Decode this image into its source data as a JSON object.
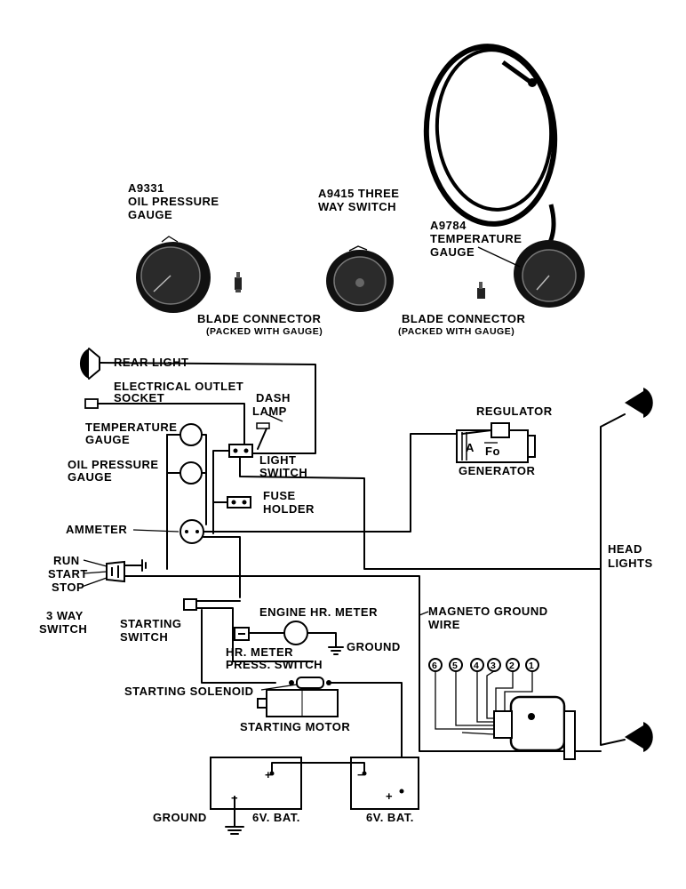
{
  "labels": {
    "oil_gauge_part": "A9331",
    "oil_gauge_name_1": "OIL PRESSURE",
    "oil_gauge_name_2": "GAUGE",
    "switch_part": "A9415 THREE",
    "switch_name_2": "WAY SWITCH",
    "temp_gauge_part": "A9784",
    "temp_gauge_name_1": "TEMPERATURE",
    "temp_gauge_name_2": "GAUGE",
    "blade_connector_1": "BLADE CONNECTOR",
    "blade_connector_1_note": "(PACKED WITH GAUGE)",
    "blade_connector_2": "BLADE CONNECTOR",
    "blade_connector_2_note": "(PACKED WITH GAUGE)",
    "rear_light": "REAR LIGHT",
    "electrical_outlet_1": "ELECTRICAL OUTLET",
    "electrical_outlet_2": "SOCKET",
    "dash_lamp_1": "DASH",
    "dash_lamp_2": "LAMP",
    "temperature_gauge_1": "TEMPERATURE",
    "temperature_gauge_2": "GAUGE",
    "oil_pressure_gauge_1": "OIL PRESSURE",
    "oil_pressure_gauge_2": "GAUGE",
    "light_switch_1": "LIGHT",
    "light_switch_2": "SWITCH",
    "fuse_holder_1": "FUSE",
    "fuse_holder_2": "HOLDER",
    "regulator": "REGULATOR",
    "generator": "GENERATOR",
    "gen_terminal_a": "A",
    "gen_terminal_f": "Fo",
    "ammeter": "AMMETER",
    "run": "RUN",
    "start": "START",
    "stop": "STOP",
    "three_way_switch_1": "3 WAY",
    "three_way_switch_2": "SWITCH",
    "head_lights_1": "HEAD",
    "head_lights_2": "LIGHTS",
    "starting_switch_1": "STARTING",
    "starting_switch_2": "SWITCH",
    "engine_hr_meter": "ENGINE HR. METER",
    "ground_meter": "GROUND",
    "magneto_ground_1": "MAGNETO GROUND",
    "magneto_ground_2": "WIRE",
    "hr_meter_press_1": "HR. METER",
    "hr_meter_press_2": "PRESS. SWITCH",
    "starting_solenoid": "STARTING SOLENOID",
    "starting_motor": "STARTING MOTOR",
    "ground_battery": "GROUND",
    "battery_1": "6V. BAT.",
    "battery_2": "6V. BAT.",
    "plus_1": "+",
    "minus_1": "−",
    "plus_2": "+",
    "minus_2": "−",
    "mag_terminals": [
      "6",
      "5",
      "4",
      "3",
      "2",
      "1"
    ]
  }
}
